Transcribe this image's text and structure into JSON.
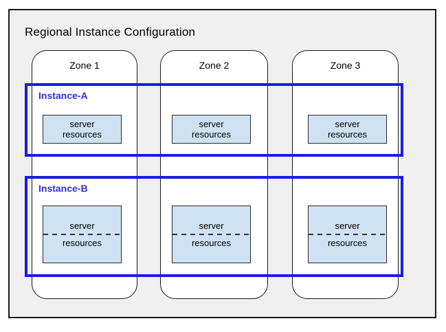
{
  "title": "Regional Instance Configuration",
  "zones": [
    {
      "label": "Zone 1"
    },
    {
      "label": "Zone 2"
    },
    {
      "label": "Zone 3"
    }
  ],
  "instances": [
    {
      "label": "Instance-A",
      "server_box": {
        "line1": "server",
        "line2": "resources"
      }
    },
    {
      "label": "Instance-B",
      "server_box": {
        "line1": "server",
        "line2": "resources"
      }
    }
  ],
  "colors": {
    "region_fill": "#f0f0f0",
    "zone_fill": "#ffffff",
    "zone_border": "#1a1a1a",
    "outer_border": "#1a1a1a",
    "instance_border": "#1a1ae8",
    "instance_label": "#3030dd",
    "server_box_fill": "#cfe2f3",
    "server_box_border": "#2b2b2b",
    "text": "#000000"
  }
}
